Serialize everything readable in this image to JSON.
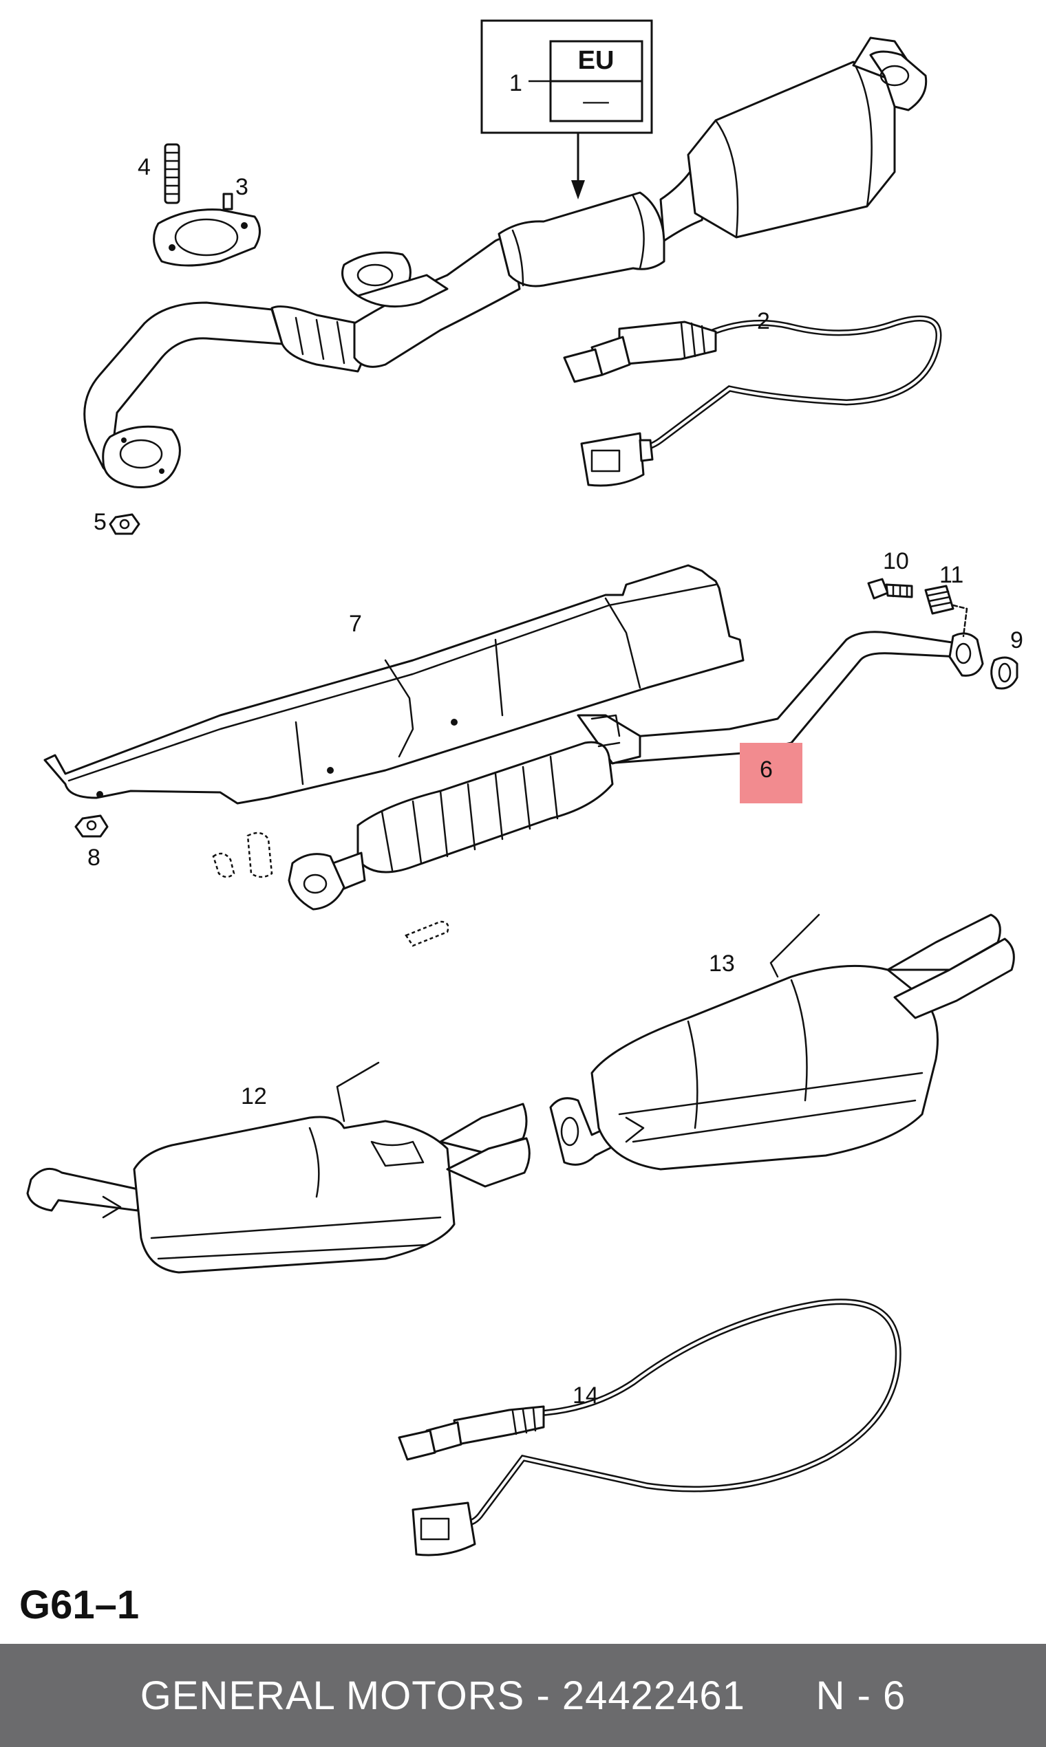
{
  "diagram": {
    "code": "G61–1",
    "region_box": {
      "top": "EU",
      "bottom": "––"
    },
    "highlight_color": "#f28b8f",
    "callouts": [
      {
        "id": "c1",
        "label": "1"
      },
      {
        "id": "c2",
        "label": "2"
      },
      {
        "id": "c3",
        "label": "3"
      },
      {
        "id": "c4",
        "label": "4"
      },
      {
        "id": "c5",
        "label": "5"
      },
      {
        "id": "c6",
        "label": "6"
      },
      {
        "id": "c7",
        "label": "7"
      },
      {
        "id": "c8",
        "label": "8"
      },
      {
        "id": "c9",
        "label": "9"
      },
      {
        "id": "c10",
        "label": "10"
      },
      {
        "id": "c11",
        "label": "11"
      },
      {
        "id": "c12",
        "label": "12"
      },
      {
        "id": "c13",
        "label": "13"
      },
      {
        "id": "c14",
        "label": "14"
      }
    ]
  },
  "footer": {
    "text": "GENERAL MOTORS - 24422461      N - 6",
    "background": "#6b6b6d"
  }
}
